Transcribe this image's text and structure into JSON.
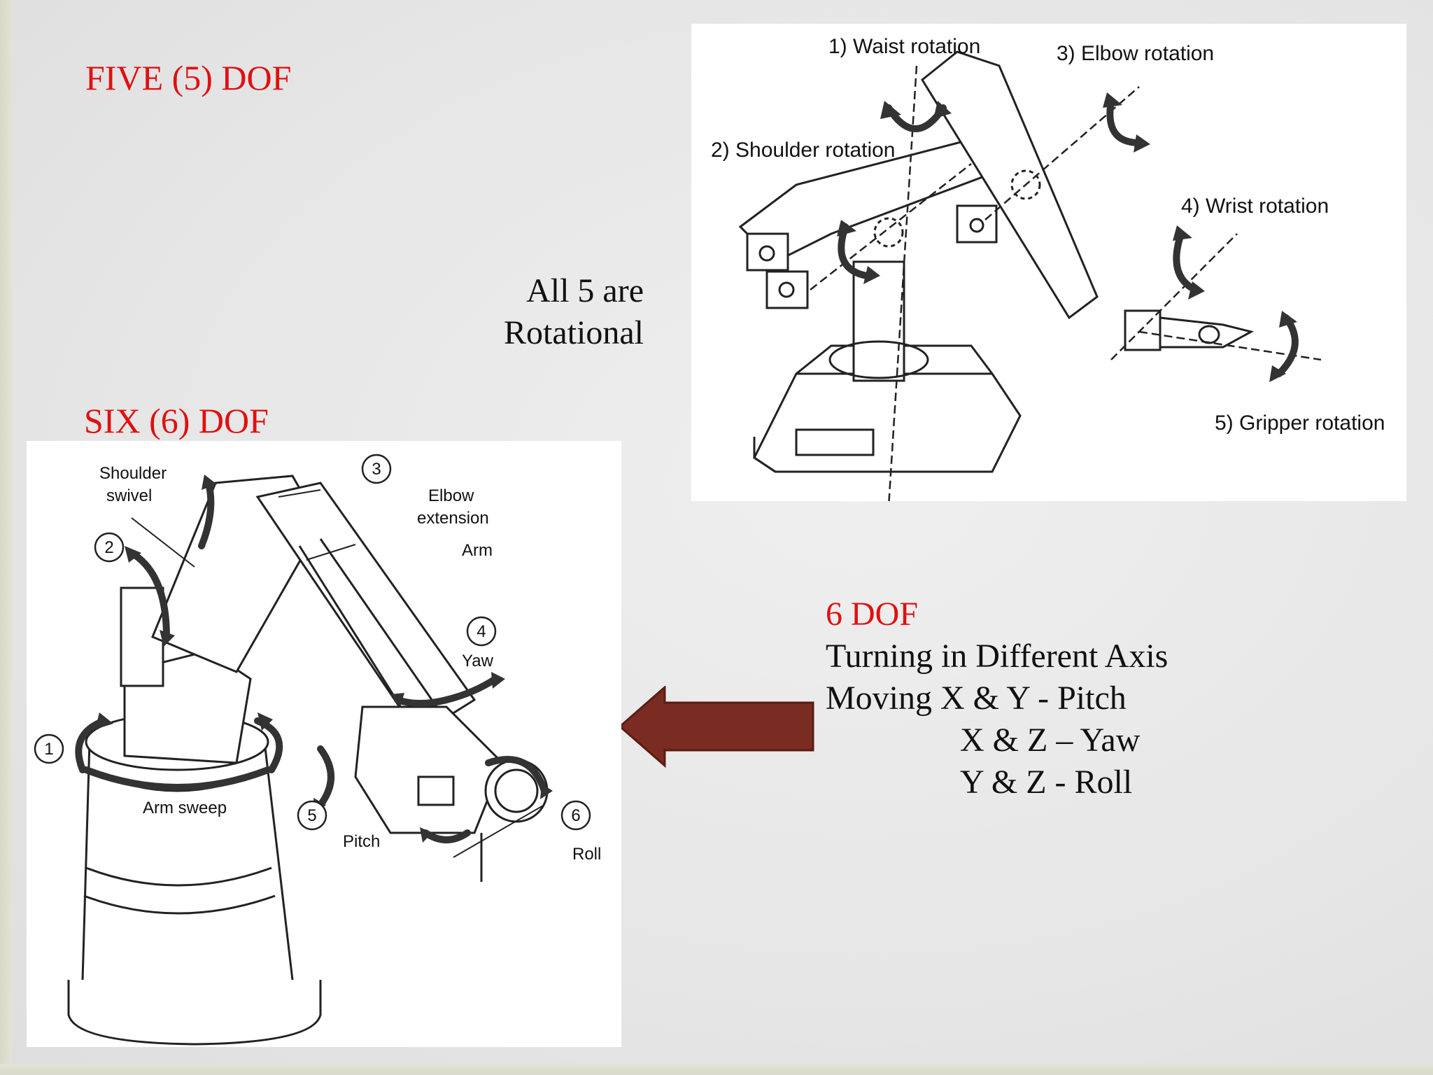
{
  "slide": {
    "five_dof_heading": "FIVE (5) DOF",
    "six_dof_heading": "SIX (6) DOF",
    "rotational_note": [
      "All 5 are",
      "Rotational"
    ],
    "six_dof_note": {
      "title": "6 DOF",
      "lines": [
        "Turning in Different Axis",
        "Moving X & Y  - Pitch",
        "X & Z – Yaw",
        "Y & Z - Roll"
      ]
    },
    "arrow_color": "#7b2c22",
    "accent_red": "#e01010"
  },
  "five_dof_diagram": {
    "labels": {
      "waist": "1)  Waist rotation",
      "elbow": "3) Elbow rotation",
      "shoulder": "2) Shoulder rotation",
      "wrist": "4)  Wrist rotation",
      "gripper": "5) Gripper rotation"
    }
  },
  "six_dof_diagram": {
    "labels": {
      "shoulder_swivel": [
        "Shoulder",
        "swivel"
      ],
      "elbow_extension": [
        "Elbow",
        "extension"
      ],
      "arm": "Arm",
      "yaw": "Yaw",
      "arm_sweep": "Arm sweep",
      "pitch": "Pitch",
      "roll": "Roll"
    },
    "numbers": [
      "1",
      "2",
      "3",
      "4",
      "5",
      "6"
    ]
  }
}
